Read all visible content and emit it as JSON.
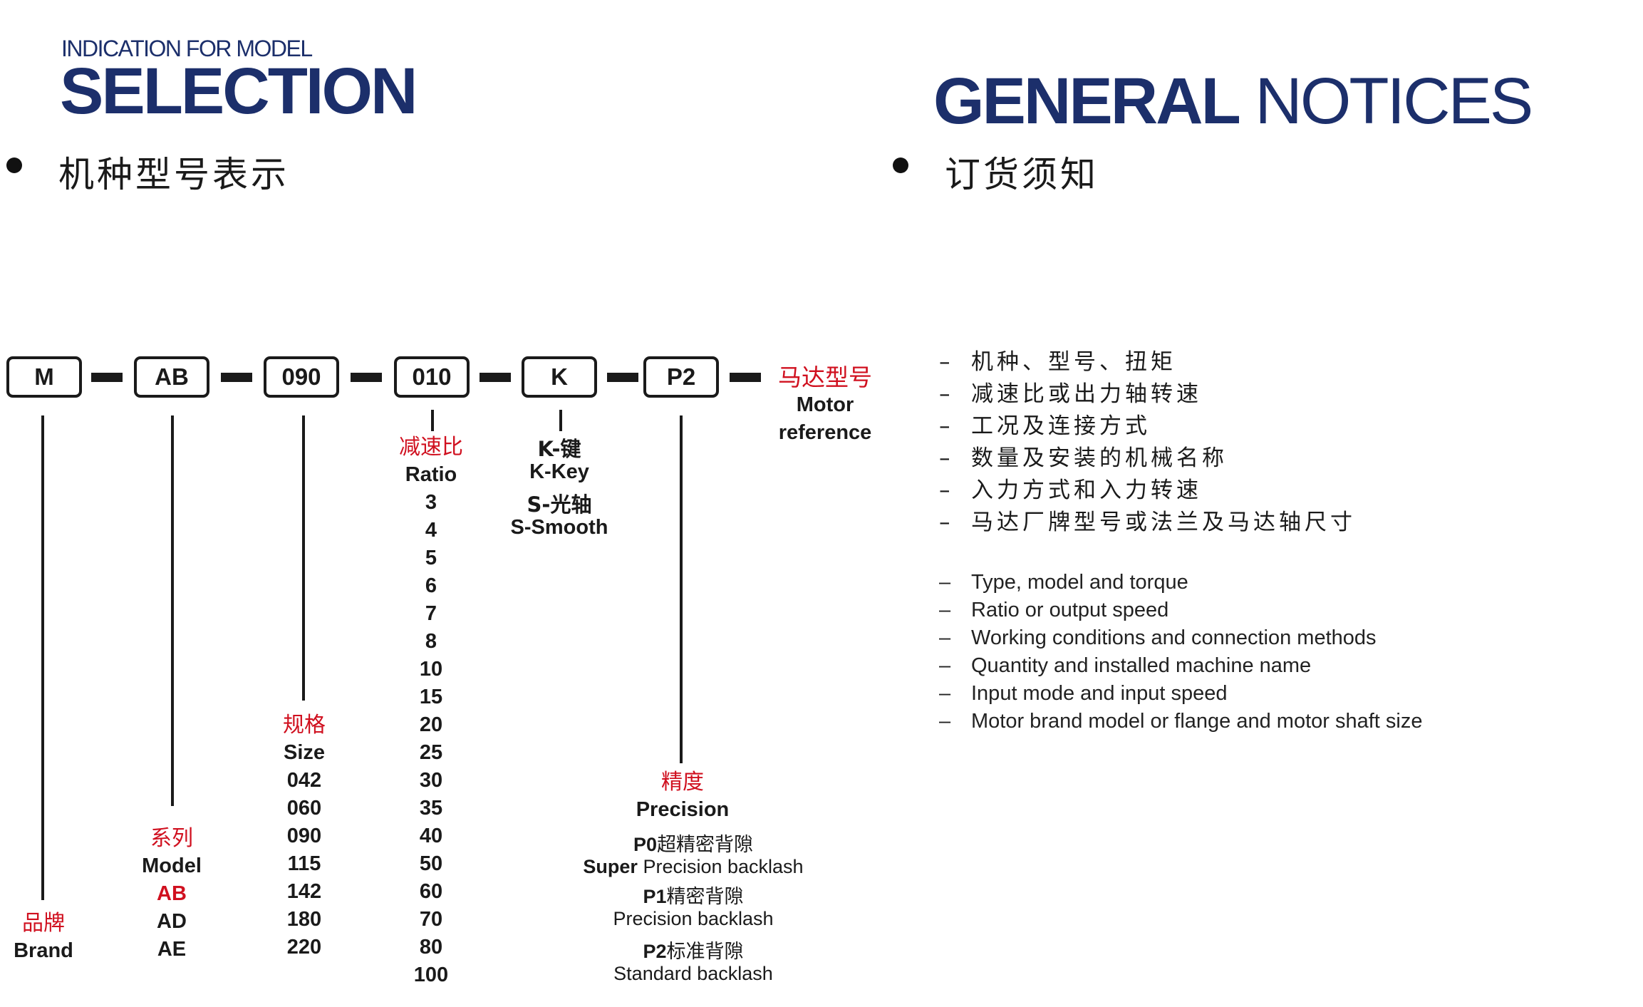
{
  "selection": {
    "label": "INDICATION FOR MODEL",
    "title": "SELECTION",
    "subtitle_cn": "机种型号表示"
  },
  "general": {
    "title_bold": "GENERAL",
    "title_light": "NOTICES",
    "subtitle_cn": "订货须知"
  },
  "code": [
    "M",
    "AB",
    "090",
    "010",
    "K",
    "P2"
  ],
  "motor_reference": {
    "cn": "马达型号",
    "en_line1": "Motor",
    "en_line2": "reference"
  },
  "brand": {
    "cn": "品牌",
    "en": "Brand"
  },
  "model": {
    "cn": "系列",
    "en": "Model",
    "options": [
      "AB",
      "AD",
      "AE"
    ]
  },
  "size": {
    "cn": "规格",
    "en": "Size",
    "options": [
      "042",
      "060",
      "090",
      "115",
      "142",
      "180",
      "220"
    ]
  },
  "ratio": {
    "cn": "减速比",
    "en": "Ratio",
    "options": [
      "3",
      "4",
      "5",
      "6",
      "7",
      "8",
      "10",
      "15",
      "20",
      "25",
      "30",
      "35",
      "40",
      "50",
      "60",
      "70",
      "80",
      "100"
    ]
  },
  "shaft": {
    "key_cn": "K-键",
    "key_en": "K-Key",
    "smooth_cn": "S-光轴",
    "smooth_en": "S-Smooth"
  },
  "precision": {
    "cn": "精度",
    "en": "Precision",
    "items": [
      {
        "code": "P0",
        "cn": "超精密背隙",
        "en_bold": "Super",
        "en": "Precision backlash"
      },
      {
        "code": "P1",
        "cn": "精密背隙",
        "en_bold": "",
        "en": "Precision backlash"
      },
      {
        "code": "P2",
        "cn": "标准背隙",
        "en_bold": "",
        "en": "Standard backlash"
      }
    ]
  },
  "notices": {
    "dash": "–",
    "cn": [
      "机种、型号、扭矩",
      "减速比或出力轴转速",
      "工况及连接方式",
      "数量及安装的机械名称",
      "入力方式和入力转速",
      "马达厂牌型号或法兰及马达轴尺寸"
    ],
    "en": [
      "Type, model and torque",
      "Ratio or output speed",
      "Working conditions and connection methods",
      "Quantity and installed machine name",
      "Input mode and input speed",
      "Motor brand model or flange and motor shaft size"
    ]
  },
  "colors": {
    "navy": "#1c2f6b",
    "red": "#d0101f",
    "text": "#1a1a1a"
  }
}
